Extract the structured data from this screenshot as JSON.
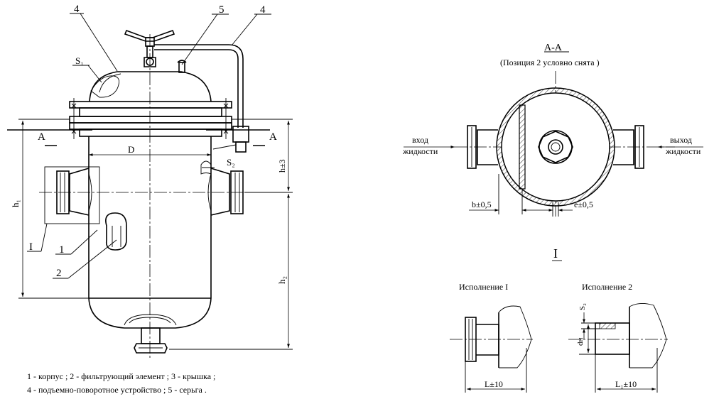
{
  "main_view": {
    "callouts": {
      "part4_left": "4",
      "part5": "5",
      "part4_right": "4",
      "s1": "S₁",
      "s2": "S₂",
      "i": "I",
      "part1": "1",
      "part2": "2"
    },
    "section_marks": {
      "left": "А",
      "right": "А"
    },
    "dims": {
      "d": "D",
      "h1": "h₁",
      "h_pm3": "h±3",
      "h2": "h₂"
    }
  },
  "section_view": {
    "title": "А-А",
    "subtitle": "(Позиция 2 условно снята )",
    "inlet": {
      "line1": "вход",
      "line2": "жидкости"
    },
    "outlet": {
      "line1": "выход",
      "line2": "жидкости"
    },
    "dims": {
      "b": "b±0,5",
      "e": "e±0,5"
    }
  },
  "detail_view": {
    "title": "I",
    "variant1": {
      "label": "Исполнение I",
      "dim": "L±10"
    },
    "variant2": {
      "label": "Исполнение 2",
      "dim": "L₁±10",
      "s2": "S₂",
      "dn": "dн"
    }
  },
  "legend": {
    "line1": "1 - корпус ; 2 - фильтрующий элемент ; 3 - крышка ;",
    "line2": "4 - подъемно-поворотное устройство ; 5 - серьга ."
  }
}
